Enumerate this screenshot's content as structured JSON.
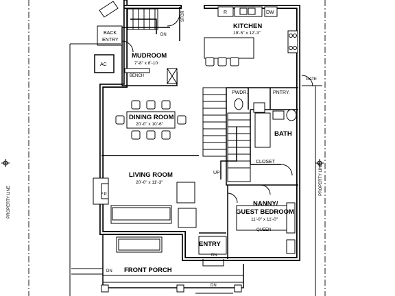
{
  "rooms": {
    "kitchen": {
      "name": "KITCHEN",
      "dims": "19'-5\" x 12'-3\""
    },
    "mudroom": {
      "name": "MUDROOM",
      "dims": "7'-8\" x 8'-10"
    },
    "dining": {
      "name": "DINING ROOM",
      "dims": "20'-0\" x 10'-6\""
    },
    "living": {
      "name": "LIVING ROOM",
      "dims": "20'-0\" x 11'-3\""
    },
    "bedroom": {
      "name_line1": "NANNY/",
      "name_line2": "GUEST BEDROOM",
      "dims": "11'-0\" x 11'-0\""
    },
    "front_porch": {
      "name": "FRONT PORCH"
    }
  },
  "labels": {
    "back_entry_1": "BACK",
    "back_entry_2": "ENTRY",
    "bench": "BENCH",
    "ac": "AC",
    "stor": "STOR",
    "refrigerator": "R",
    "dishwasher": "DW",
    "powder": "PWDR.",
    "pantry": "PNTRY.",
    "gate": "GATE",
    "bath": "BATH",
    "closet": "CLOSET",
    "up": "UP",
    "fireplace": "F.P.",
    "queen": "QUEEN",
    "entry": "ENTRY",
    "property_line": "PROPERTY LINE",
    "dn": "DN"
  }
}
